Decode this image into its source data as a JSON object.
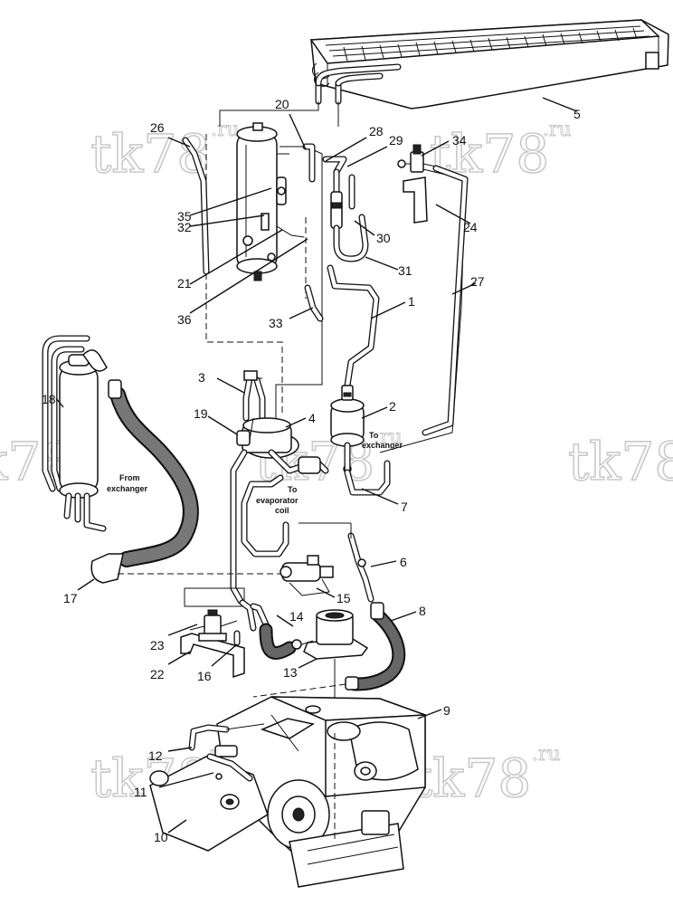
{
  "watermark": {
    "text": "tk78",
    "suffix": ".ru"
  },
  "callouts": [
    "1",
    "2",
    "3",
    "4",
    "5",
    "6",
    "7",
    "8",
    "9",
    "10",
    "11",
    "12",
    "13",
    "14",
    "15",
    "16",
    "17",
    "18",
    "19",
    "20",
    "21",
    "22",
    "23",
    "24",
    "26",
    "27",
    "28",
    "29",
    "30",
    "31",
    "32",
    "33",
    "34",
    "35",
    "36"
  ],
  "notes": {
    "to_exchanger": [
      "To",
      "exchanger"
    ],
    "from_exchanger": [
      "From",
      "exchanger"
    ],
    "to_evaporator": [
      "To",
      "evaporator",
      "coil"
    ]
  }
}
